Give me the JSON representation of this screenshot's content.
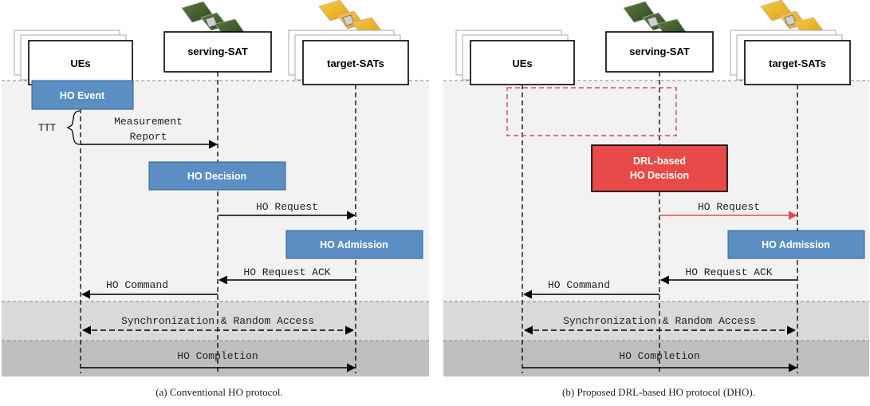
{
  "panel_a": {
    "entities": {
      "ues": "UEs",
      "serving": "serving-SAT",
      "target": "target-SATs"
    },
    "ho_event": "HO Event",
    "ttt": "TTT",
    "measurement_1": "Measurement",
    "measurement_2": "Report",
    "ho_decision": "HO Decision",
    "ho_request": "HO Request",
    "ho_admission": "HO Admission",
    "ho_request_ack": "HO Request ACK",
    "ho_command": "HO Command",
    "sync": "Synchronization & Random Access",
    "completion": "HO Completion",
    "caption": "(a) Conventional HO protocol."
  },
  "panel_b": {
    "entities": {
      "ues": "UEs",
      "serving": "serving-SAT",
      "target": "target-SATs"
    },
    "drl_1": "DRL-based",
    "drl_2": "HO Decision",
    "ho_request": "HO Request",
    "ho_admission": "HO Admission",
    "ho_request_ack": "HO Request ACK",
    "ho_command": "HO Command",
    "sync": "Synchronization & Random Access",
    "completion": "HO Completion",
    "caption": "(b) Proposed DRL-based HO protocol (DHO)."
  },
  "colors": {
    "blue_box": "#5b8fc4",
    "red_box": "#e84a4a",
    "red_arrow": "#e84a4a",
    "phase1": "#f2f2f2",
    "phase2": "#d9d9d9",
    "phase3": "#bfbfbf"
  }
}
